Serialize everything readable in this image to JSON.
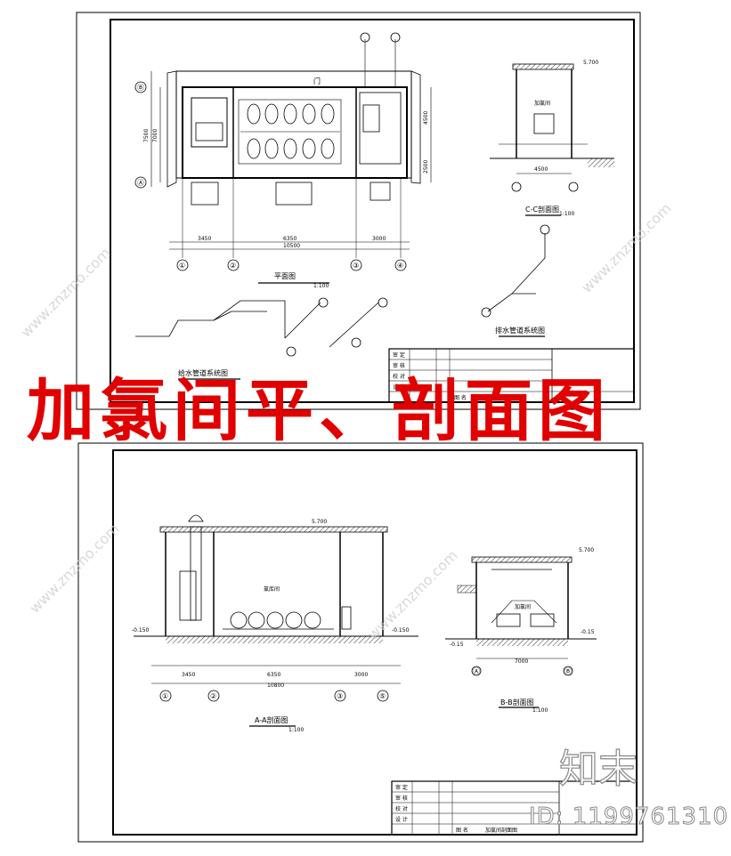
{
  "main_title": "加氯间平、剖面图",
  "watermark": {
    "brand_cn": "知末",
    "id_text": "ID: 1199761310",
    "site_text": "www.znzmo.com"
  },
  "sheet1": {
    "plan_title": "平面图",
    "plan_scale": "1:100",
    "cc_title": "C-C剖面图",
    "cc_scale": "1:100",
    "cc_elev": "5.700",
    "drain_title": "排水管道系统图",
    "supply_title": "给水管道系统图",
    "room_label": "加氯间",
    "door_label": "门",
    "axis_nums": [
      "①",
      "②",
      "③",
      "④"
    ],
    "axis_letters": [
      "Ⓐ",
      "Ⓑ"
    ],
    "dims_bottom": [
      "3450",
      "6350",
      "3000"
    ],
    "dim_total": "10500",
    "dims_left": [
      "7500",
      "7000"
    ],
    "dims_right": [
      "4500",
      "2500"
    ],
    "cc_dim": "4500",
    "title_block_rows": [
      "审 定",
      "审 核",
      "校 对",
      "设 计"
    ],
    "title_block_name": "图 名"
  },
  "sheet2": {
    "aa_title": "A-A剖面图",
    "aa_scale": "1:100",
    "bb_title": "B-B剖面图",
    "bb_scale": "1:100",
    "elev_top": "5.700",
    "elev_left": "-0.150",
    "elev_right": "-0.150",
    "bb_elev_left": "-0.15",
    "bb_elev_right": "-0.15",
    "aa_dims": [
      "3450",
      "6350",
      "3000"
    ],
    "aa_total": "10800",
    "aa_axis": [
      "①",
      "②",
      "③",
      "⑤"
    ],
    "bb_axis": [
      "Ⓐ",
      "Ⓑ"
    ],
    "bb_dim": "7000",
    "room_label": "氯库间",
    "bb_room": "加氯间",
    "title_block_rows": [
      "审 定",
      "审 核",
      "校 对",
      "设 计"
    ],
    "title_block_name": "图 名",
    "title_block_value": "加氯间剖面图"
  }
}
